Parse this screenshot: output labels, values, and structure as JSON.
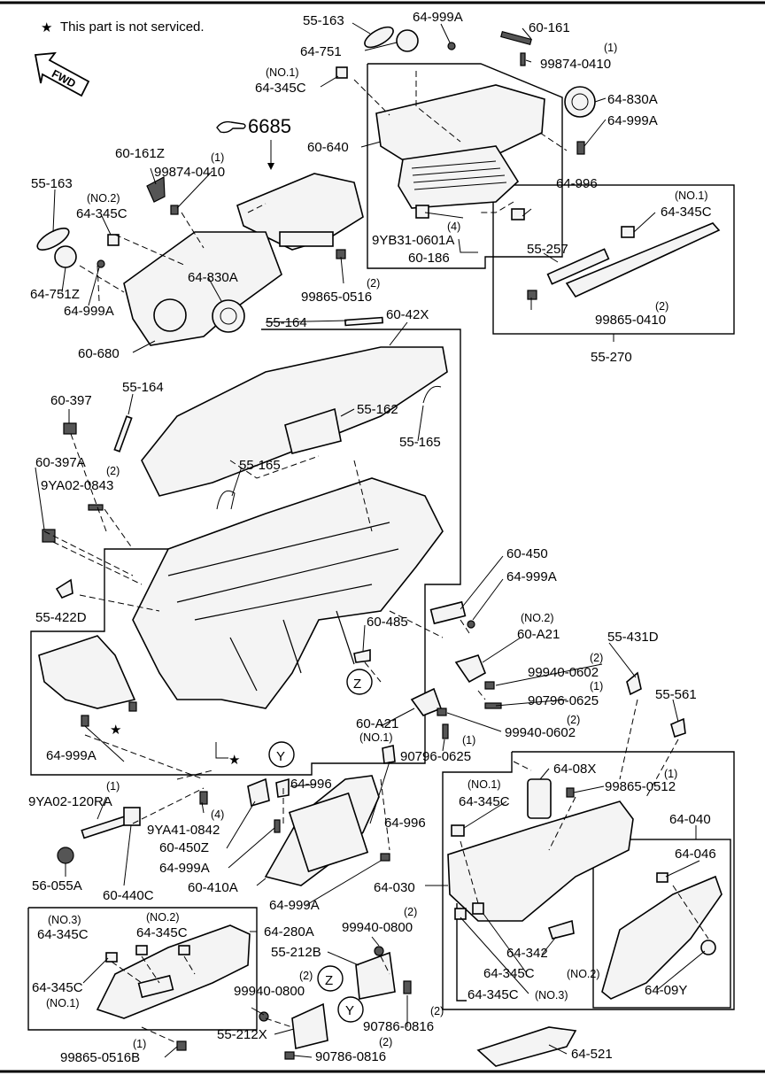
{
  "note": {
    "star": "★",
    "text": "This part is not serviced."
  },
  "fwd": "FWD",
  "ref_6685": "6685",
  "labels": {
    "p55_163a": "55-163",
    "p64_999A_top": "64-999A",
    "p60_161": "60-161",
    "p64_751": "64-751",
    "q1_top": "(1)",
    "p99874_0410_top": "99874-0410",
    "no1_a": "(NO.1)",
    "p64_345C_top": "64-345C",
    "p64_830A_r": "64-830A",
    "p64_999A_r": "64-999A",
    "p60_640": "60-640",
    "p60_161Z": "60-161Z",
    "q1_b": "(1)",
    "p99874_0410_l": "99874-0410",
    "p64_996_r": "64-996",
    "p55_163b": "55-163",
    "no2_a": "(NO.2)",
    "p64_345C_l": "64-345C",
    "q4_a": "(4)",
    "p9YB31_0601A": "9YB31-0601A",
    "p60_186": "60-186",
    "no1_b": "(NO.1)",
    "p64_345C_box": "64-345C",
    "p55_257": "55-257",
    "p64_830A_m": "64-830A",
    "q2_a": "(2)",
    "p99865_0516": "99865-0516",
    "p64_751Z": "64-751Z",
    "p64_999A_l": "64-999A",
    "q2_b": "(2)",
    "p99865_0410": "99865-0410",
    "p55_164a": "55-164",
    "p60_42X": "60-42X",
    "p60_680": "60-680",
    "p55_270": "55-270",
    "p55_164b": "55-164",
    "p60_397": "60-397",
    "p55_162": "55-162",
    "p55_165a": "55-165",
    "p60_397A": "60-397A",
    "q2_c": "(2)",
    "p9YA02_0843": "9YA02-0843",
    "p55_165b": "55-165",
    "p60_450": "60-450",
    "p64_999A_m": "64-999A",
    "p55_422D": "55-422D",
    "no2_b": "(NO.2)",
    "p60_A21a": "60-A21",
    "p60_485": "60-485",
    "p55_431D": "55-431D",
    "q2_d": "(2)",
    "p99940_0602a": "99940-0602",
    "q1_c": "(1)",
    "p90796_0625a": "90796-0625",
    "p55_561": "55-561",
    "p60_A21b": "60-A21",
    "no1_c": "(NO.1)",
    "q2_e": "(2)",
    "p99940_0602b": "99940-0602",
    "q1_d": "(1)",
    "p90796_0625b": "90796-0625",
    "z1": "Z",
    "p64_999A_bl": "64-999A",
    "y1": "Y",
    "p64_08X": "64-08X",
    "no1_d": "(NO.1)",
    "q1_e": "(1)",
    "p64_345C_g": "64-345C",
    "p99865_0512": "99865-0512",
    "q1_f": "(1)",
    "p9YA02_120RA": "9YA02-120RA",
    "p64_996_m": "64-996",
    "p64_040": "64-040",
    "q4_b": "(4)",
    "p9YA41_0842": "9YA41-0842",
    "p64_996_r2": "64-996",
    "p64_046": "64-046",
    "p60_450Z": "60-450Z",
    "p64_999A_c": "64-999A",
    "p56_055A": "56-055A",
    "p60_440C": "60-440C",
    "p60_410A": "60-410A",
    "p64_999A_c2": "64-999A",
    "p64_030": "64-030",
    "no3_a": "(NO.3)",
    "no2_c": "(NO.2)",
    "p64_345C_b1": "64-345C",
    "p64_345C_b2": "64-345C",
    "p64_280A": "64-280A",
    "q2_f": "(2)",
    "p99940_0800a": "99940-0800",
    "p55_212B": "55-212B",
    "p64_342": "64-342",
    "p64_345C_no2": "64-345C",
    "no2_d": "(NO.2)",
    "p64_345C_b3": "64-345C",
    "no1_e": "(NO.1)",
    "q2_g": "(2)",
    "p99940_0800b": "99940-0800",
    "z2": "Z",
    "p64_345C_no3": "64-345C",
    "no3_b": "(NO.3)",
    "p64_09Y": "64-09Y",
    "y2": "Y",
    "q2_h": "(2)",
    "p90786_0816a": "90786-0816",
    "p55_212X": "55-212X",
    "q1_g": "(1)",
    "q2_i": "(2)",
    "p99865_0516B": "99865-0516B",
    "p90786_0816b": "90786-0816",
    "p64_521": "64-521"
  },
  "stars": [
    "★",
    "★"
  ]
}
